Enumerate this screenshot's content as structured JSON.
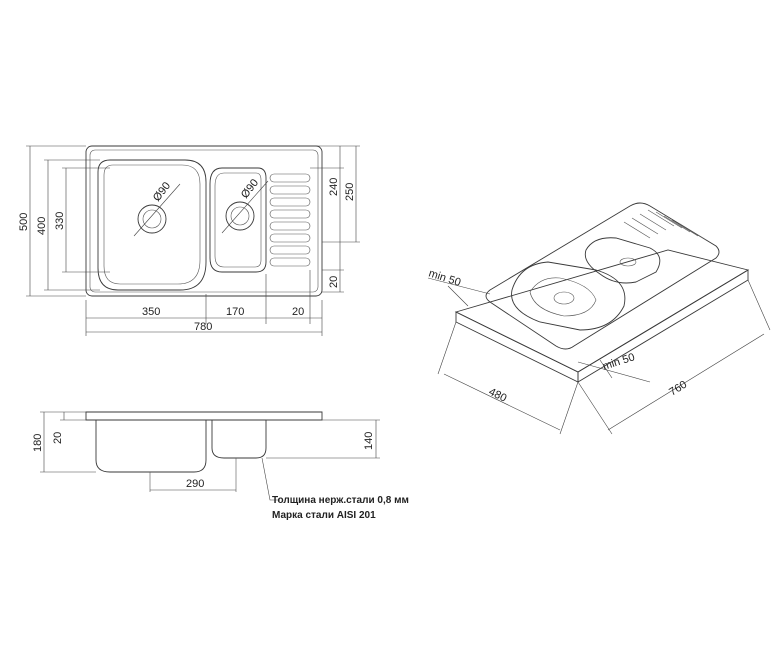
{
  "top_view": {
    "dims": {
      "overall_width": "780",
      "bowl_width": "350",
      "small_bowl_width": "170",
      "right_margin": "20",
      "overall_depth": "500",
      "bowl_depth": "400",
      "inner_depth": "330",
      "small_depth": "240",
      "drain_depth": "250",
      "bottom_margin": "20",
      "drain_main": "Ø90",
      "drain_small": "Ø90"
    }
  },
  "side_view": {
    "dims": {
      "total_height": "180",
      "rim": "20",
      "small_height": "140",
      "drain_offset": "290"
    },
    "notes": {
      "thickness": "Толщина нерж.стали 0,8 мм",
      "grade": "Марка стали AISI 201"
    }
  },
  "iso_view": {
    "dims": {
      "min_top": "min 50",
      "min_bottom": "min 50",
      "cabinet_depth": "480",
      "cabinet_width": "760"
    }
  }
}
